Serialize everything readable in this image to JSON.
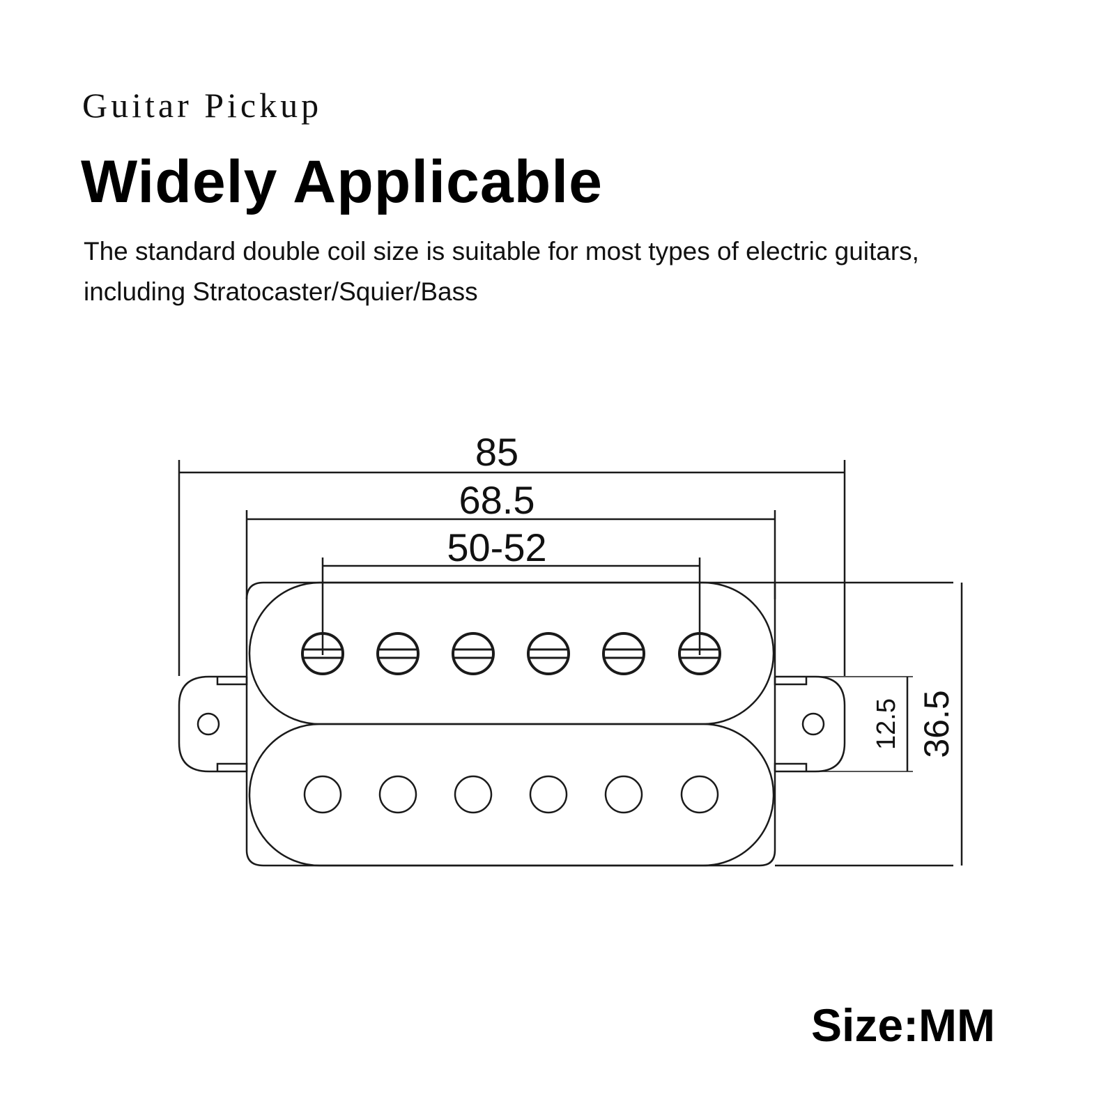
{
  "header": {
    "subtitle": "Guitar Pickup",
    "title": "Widely Applicable",
    "description": "The standard double coil size is suitable for most types of electric guitars, including Stratocaster/Squier/Bass"
  },
  "diagram": {
    "subject": "Humbucker double coil pickup dimension drawing",
    "line_color": "#1a1a1a",
    "dimensions": {
      "overall_width": "85",
      "cover_width": "68.5",
      "pole_spacing": "50-52",
      "tab_height": "12.5",
      "cover_height": "36.5"
    },
    "top_coil_pole_style": "slotted-screw",
    "bottom_coil_pole_style": "plain-slug",
    "poles_per_coil": 6
  },
  "footer": {
    "units_label": "Size:MM"
  }
}
